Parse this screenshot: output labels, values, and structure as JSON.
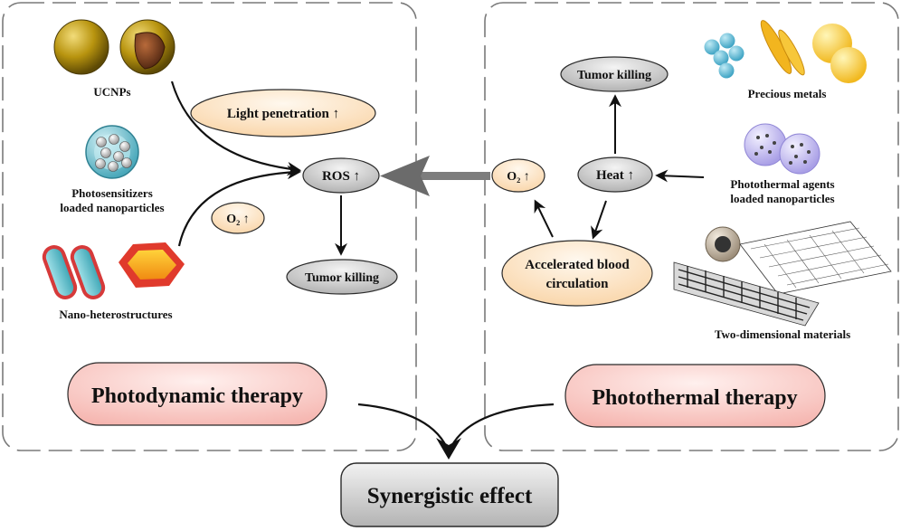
{
  "left_panel": {
    "title": "Photodynamic therapy",
    "items": {
      "ucnps": "UCNPs",
      "photosensitizers_line1": "Photosensitizers",
      "photosensitizers_line2": "loaded nanoparticles",
      "nano_heterostructures": "Nano-heterostructures"
    },
    "light_penetration": "Light penetration ↑",
    "o2": "O₂ ↑",
    "ros": "ROS ↑",
    "tumor_killing": "Tumor killing"
  },
  "right_panel": {
    "title": "Photothermal therapy",
    "items": {
      "precious_metals": "Precious metals",
      "photothermal_line1": "Photothermal agents",
      "photothermal_line2": "loaded nanoparticles",
      "two_dimensional": "Two-dimensional materials"
    },
    "tumor_killing": "Tumor killing",
    "heat": "Heat ↑",
    "o2": "O₂ ↑",
    "blood_line1": "Accelerated blood",
    "blood_line2": "circulation"
  },
  "synergy": "Synergistic effect",
  "colors": {
    "pink_fill": "#fbd3d0",
    "orange_fill": "#fde6c8",
    "gray_fill": "#cfcfcf",
    "gold": "#b8940f",
    "teal": "#5fb9c9",
    "red": "#e03a2c",
    "yellow": "#f3c12b",
    "lavender": "#c9c3ee"
  }
}
